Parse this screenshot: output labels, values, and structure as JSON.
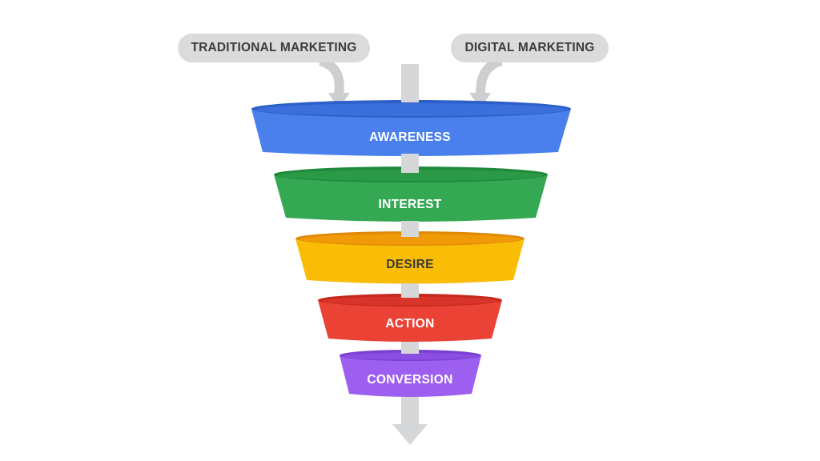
{
  "inputs": {
    "traditional": "TRADITIONAL MARKETING",
    "digital": "DIGITAL MARKETING"
  },
  "stages": [
    {
      "label": "AWARENESS",
      "color": "#4a80ec",
      "rim": "#2d5fc9",
      "text_color": "#ffffff"
    },
    {
      "label": "INTEREST",
      "color": "#34a853",
      "rim": "#1f8a3b",
      "text_color": "#ffffff"
    },
    {
      "label": "DESIRE",
      "color": "#fbbc05",
      "rim": "#e08a06",
      "text_color": "#3a3a3a"
    },
    {
      "label": "ACTION",
      "color": "#ea4335",
      "rim": "#c5281c",
      "text_color": "#ffffff"
    },
    {
      "label": "CONVERSION",
      "color": "#9d5ff0",
      "rim": "#7a3fd1",
      "text_color": "#ffffff"
    }
  ],
  "colors": {
    "pill_bg": "#dadbdc",
    "arrow_gray": "#d3d4d5",
    "connector_gray": "#c9cacb"
  }
}
